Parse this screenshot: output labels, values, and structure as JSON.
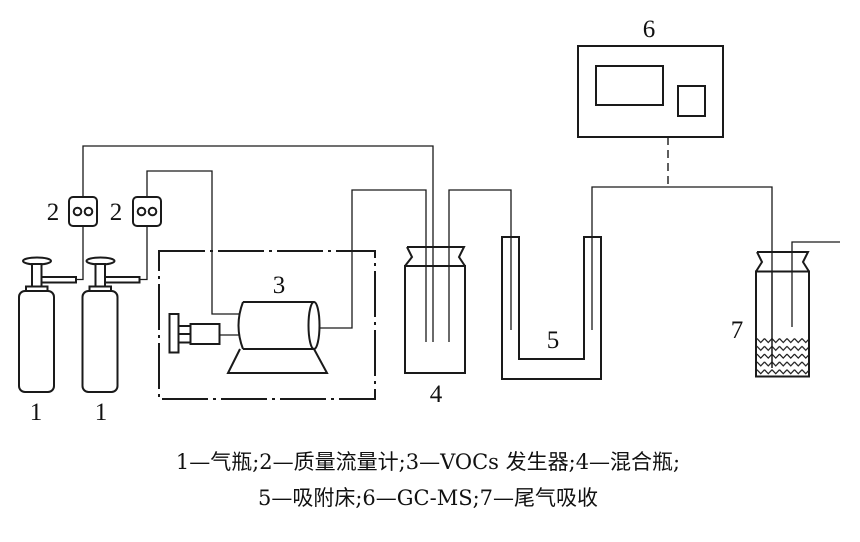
{
  "figure": {
    "labels": {
      "gas_cylinder_1": "1",
      "gas_cylinder_2": "1",
      "flow_meter_1": "2",
      "flow_meter_2": "2",
      "vocs_generator": "3",
      "mixing_bottle": "4",
      "adsorption_bed": "5",
      "gc_ms": "6",
      "tail_gas_absorber": "7"
    },
    "components": [
      {
        "number": "1",
        "name": "气瓶"
      },
      {
        "number": "2",
        "name": "质量流量计"
      },
      {
        "number": "3",
        "name": "VOCs 发生器"
      },
      {
        "number": "4",
        "name": "混合瓶"
      },
      {
        "number": "5",
        "name": "吸附床"
      },
      {
        "number": "6",
        "name": "GC-MS"
      },
      {
        "number": "7",
        "name": "尾气吸收"
      }
    ],
    "caption_line_1": "1—气瓶;2—质量流量计;3—VOCs 发生器;4—混合瓶;",
    "caption_line_2": "5—吸附床;6—GC-MS;7—尾气吸收"
  }
}
